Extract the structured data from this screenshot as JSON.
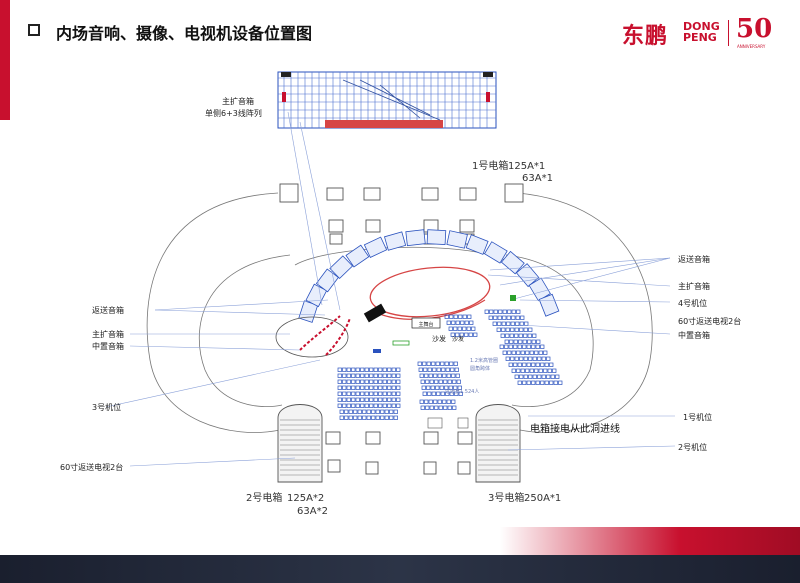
{
  "header": {
    "title": "内场音响、摄像、电视机设备位置图",
    "logo_cn": "东鹏",
    "logo_en_line1": "DONG",
    "logo_en_line2": "PENG",
    "logo_50": "50",
    "logo_anniversary": "ANNIVERSARY"
  },
  "colors": {
    "accent": "#c8102e",
    "blue_seats": "#2a52be",
    "stage_red": "#d64545"
  },
  "labels": {
    "main_speaker": "主扩音箱",
    "array_spec": "单侧6+3线阵列",
    "box1_title": "1号电箱",
    "box1_spec1": "125A*1",
    "box1_spec2": "63A*1",
    "return_speaker_right": "返送音箱",
    "main_speaker_right": "主扩音箱",
    "cam4": "4号机位",
    "tv60_right": "60寸返送电视2台",
    "center_fill_right": "中置音箱",
    "return_speaker_left": "返送音箱",
    "main_speaker_left": "主扩音箱",
    "center_fill_left": "中置音箱",
    "cam3": "3号机位",
    "tv60_left": "60寸返送电视2台",
    "cam1": "1号机位",
    "cam2": "2号机位",
    "power_note": "电箱接电从此洞进线",
    "box2_title": "2号电箱",
    "box2_spec1": "125A*2",
    "box2_spec2": "63A*2",
    "box3_title": "3号电箱",
    "box3_spec": "250A*1",
    "sofa": "沙发",
    "sofa_right": "沙发",
    "stage_sign": "主舞台",
    "note_small1": "1.2米高管圈",
    "note_small2": "圆角跨体",
    "note_small3": "过道宽1.524人"
  }
}
